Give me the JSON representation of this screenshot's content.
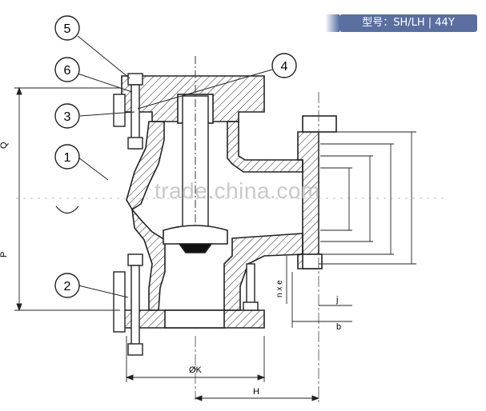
{
  "model_badge": "型号：SH/LH | 44Y",
  "watermark": "trade.china.com",
  "callouts": [
    "5",
    "6",
    "4",
    "3",
    "1",
    "2"
  ],
  "dimensions": {
    "Q": "Q",
    "P": "P",
    "K": "ØK",
    "H": "H",
    "n": "n x e",
    "j": "j",
    "b": "b"
  },
  "colors": {
    "line": "#222222",
    "hatch": "#333333",
    "badge": "#5a6fa0",
    "watermark": "#c9c9c9"
  }
}
